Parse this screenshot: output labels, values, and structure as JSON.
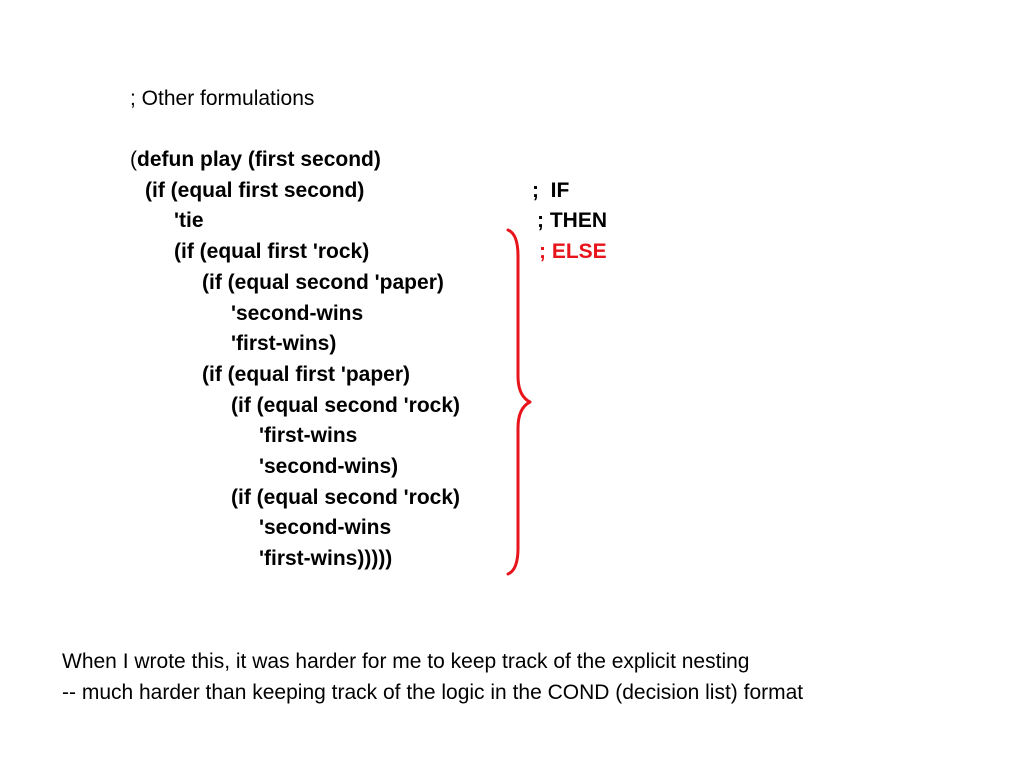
{
  "header": {
    "comment": "; Other formulations"
  },
  "code": {
    "open_paren": "(",
    "defun": "defun play (first second)",
    "if_outer": "(if (equal first second)",
    "tie": "'tie",
    "if_rock": "(if (equal first 'rock)",
    "if_second_paper": "(if (equal second 'paper)",
    "second_wins_1": "'second-wins",
    "first_wins_1": "'first-wins)",
    "if_paper": "(if (equal first 'paper)",
    "if_second_rock_1": "(if (equal second 'rock)",
    "first_wins_2": "'first-wins",
    "second_wins_2": "'second-wins)",
    "if_second_rock_2": "(if (equal second 'rock)",
    "second_wins_3": "'second-wins",
    "first_wins_3": "'first-wins)))))"
  },
  "annotations": {
    "if_label": ";  IF",
    "then_label": "; THEN",
    "else_label": "; ELSE",
    "else_color": "#e8141b"
  },
  "caption": {
    "line1": "When I wrote this, it was harder for me to keep track of the explicit nesting",
    "line2": "-- much harder than keeping track of the logic in the COND (decision list) format"
  }
}
